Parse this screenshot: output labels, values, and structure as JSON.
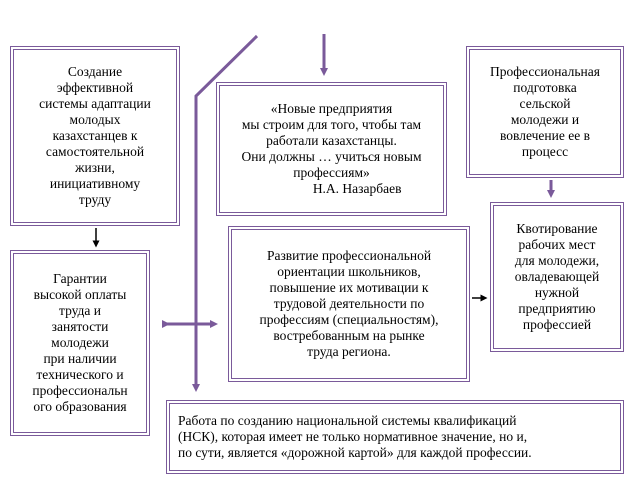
{
  "boxes": {
    "adaptation": "Создание\nэффективной\nсистемы адаптации\nмолодых\nказахстанцев к\nсамостоятельной\nжизни,\nинициативному\nтруду",
    "quote": "«Новые предприятия\nмы строим для того, чтобы там\nработали казахстанцы.\nОни должны … учиться новым\nпрофессиям»",
    "quote_author": "Н.А. Назарбаев",
    "rural": "Профессиональная\nподготовка\nсельской\nмолодежи и\nвовлечение ее в\nпроцесс",
    "guarantees": "Гарантии\nвысокой оплаты\nтруда и\nзанятости\nмолодежи\nпри наличии\nтехнического и\nпрофессиональн\nого образования",
    "orientation": "Развитие профессиональной\nориентации школьников,\nповышение их мотивации к\nтрудовой деятельности по\nпрофессиям (специальностям),\nвостребованным на рынке\nтруда региона.",
    "quota": "Квотирование\nрабочих мест\nдля молодежи,\nовладевающей\nнужной\nпредприятию\nпрофессией",
    "nsk": "Работа по созданию национальной системы квалификаций\n(НСК), которая имеет не только нормативное значение, но и,\nпо сути, является «дорожной картой» для каждой профессии."
  },
  "colors": {
    "border": "#7a5a9a",
    "arrow": "#7a5a9a",
    "small_arrow": "#000000"
  }
}
